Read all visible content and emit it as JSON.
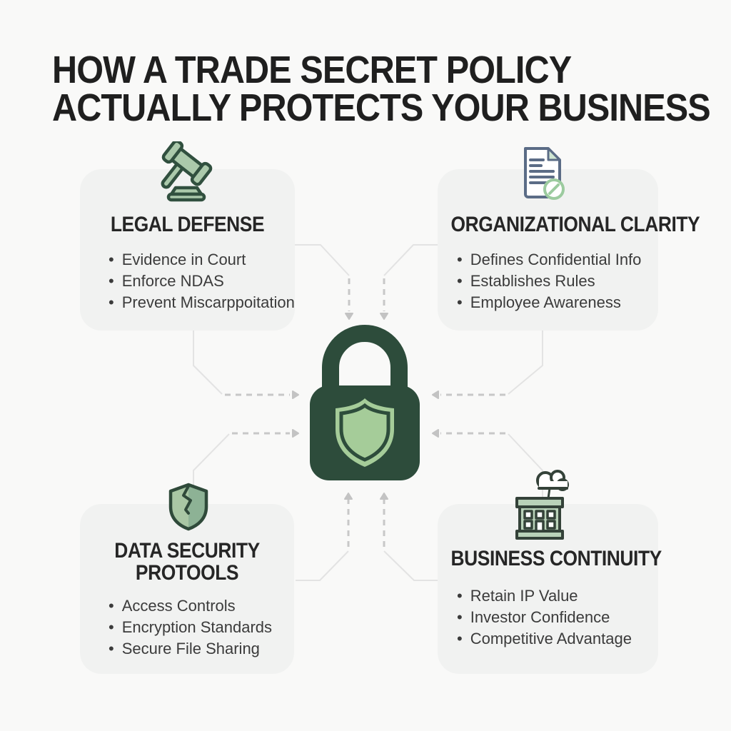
{
  "title": {
    "line1": "HOW A TRADE SECRET POLICY",
    "line2": "ACTUALLY PROTECTS YOUR BUSINESS"
  },
  "center_icon": {
    "name": "padlock-with-shield",
    "lock_color": "#2d4c3b",
    "shield_color": "#a5cc99"
  },
  "cards": [
    {
      "id": "legal-defense",
      "icon": "gavel-icon",
      "title": "LEGAL DEFENSE",
      "bullets": [
        "Evidence in Court",
        "Enforce NDAS",
        "Prevent Miscarppoitation"
      ]
    },
    {
      "id": "organizational-clarity",
      "icon": "document-check-icon",
      "title": "ORGANIZATIONAL CLARITY",
      "bullets": [
        "Defines Confidential Info",
        "Establishes Rules",
        "Employee Awareness"
      ]
    },
    {
      "id": "data-security-protocols",
      "icon": "cracked-shield-icon",
      "title": "DATA SECURITY PROTOOLS",
      "bullets": [
        "Access Controls",
        "Encryption Standards",
        "Secure File Sharing"
      ]
    },
    {
      "id": "business-continuity",
      "icon": "factory-icon",
      "title": "BUSINESS CONTINUITY",
      "bullets": [
        "Retain IP Value",
        "Investor Confidence",
        "Competitive Advantage"
      ]
    }
  ],
  "colors": {
    "background": "#f9f9f8",
    "card_background": "#f1f2f1",
    "title_text": "#1f1f1f",
    "heading_text": "#262626",
    "body_text": "#3b3b3b",
    "lock_green_dark": "#2d4c3b",
    "lock_green_light": "#a5cc99",
    "icon_green_fill": "#abc9ab",
    "icon_outline": "#31503f",
    "document_blue": "#5b6c86",
    "connector_solid": "#e3e3e3",
    "connector_dashed": "#c8c8c8"
  }
}
